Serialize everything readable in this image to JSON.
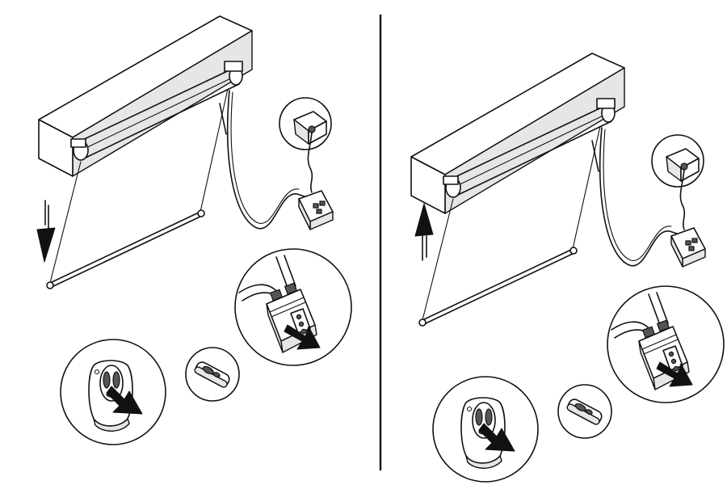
{
  "figure": {
    "panels": [
      {
        "id": "left",
        "direction": "down"
      },
      {
        "id": "right",
        "direction": "up"
      }
    ],
    "colors": {
      "line": "#111111",
      "background": "#ffffff",
      "arrow": "#111111"
    }
  }
}
